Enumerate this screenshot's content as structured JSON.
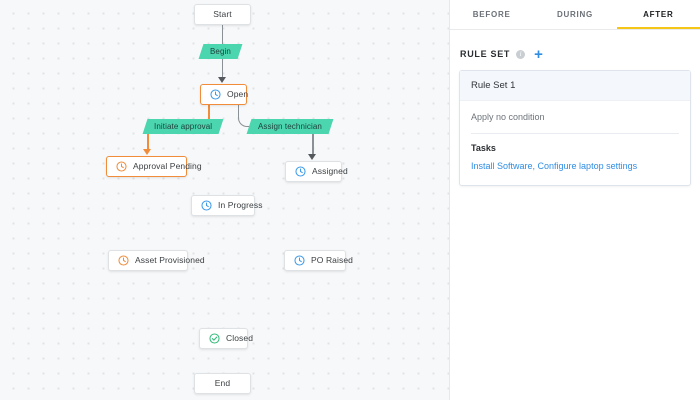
{
  "canvas": {
    "nodes": [
      {
        "id": "start",
        "label": "Start",
        "icon": "none",
        "state": "default"
      },
      {
        "id": "open",
        "label": "Open",
        "icon": "clock-icon",
        "state": "highlighted"
      },
      {
        "id": "approval",
        "label": "Approval Pending",
        "icon": "clock-icon",
        "state": "highlighted"
      },
      {
        "id": "assigned",
        "label": "Assigned",
        "icon": "clock-icon",
        "state": "default"
      },
      {
        "id": "progress",
        "label": "In Progress",
        "icon": "clock-icon",
        "state": "default"
      },
      {
        "id": "asset",
        "label": "Asset Provisioned",
        "icon": "clock-icon",
        "state": "default"
      },
      {
        "id": "po",
        "label": "PO Raised",
        "icon": "clock-icon",
        "state": "default"
      },
      {
        "id": "closed",
        "label": "Closed",
        "icon": "check-icon",
        "state": "default"
      },
      {
        "id": "end",
        "label": "End",
        "icon": "none",
        "state": "default"
      }
    ],
    "transitions": [
      {
        "id": "begin",
        "label": "Begin"
      },
      {
        "id": "initiate",
        "label": "Initiate approval"
      },
      {
        "id": "assign",
        "label": "Assign technician"
      }
    ],
    "colors": {
      "transition": "#4cd6b0",
      "selected_border": "#f08c3a",
      "connector": "#8a9096",
      "connector_highlight": "#f08c3a",
      "canvas_background": "#f7f8f9"
    }
  },
  "panel": {
    "tabs": [
      {
        "label": "BEFORE",
        "active": false
      },
      {
        "label": "DURING",
        "active": false
      },
      {
        "label": "AFTER",
        "active": true
      }
    ],
    "active_tab_underline": "#f5c518",
    "rule_set_header": {
      "title": "RULE SET",
      "info_icon": "info-icon",
      "info_glyph": "i",
      "add_icon": "plus-icon",
      "add_glyph": "+",
      "add_color": "#2f8de4"
    },
    "rule_card": {
      "title": "Rule Set 1",
      "condition": "Apply no condition",
      "tasks_label": "Tasks",
      "tasks": "Install Software, Configure laptop settings",
      "task_link_color": "#2f8de4"
    }
  }
}
